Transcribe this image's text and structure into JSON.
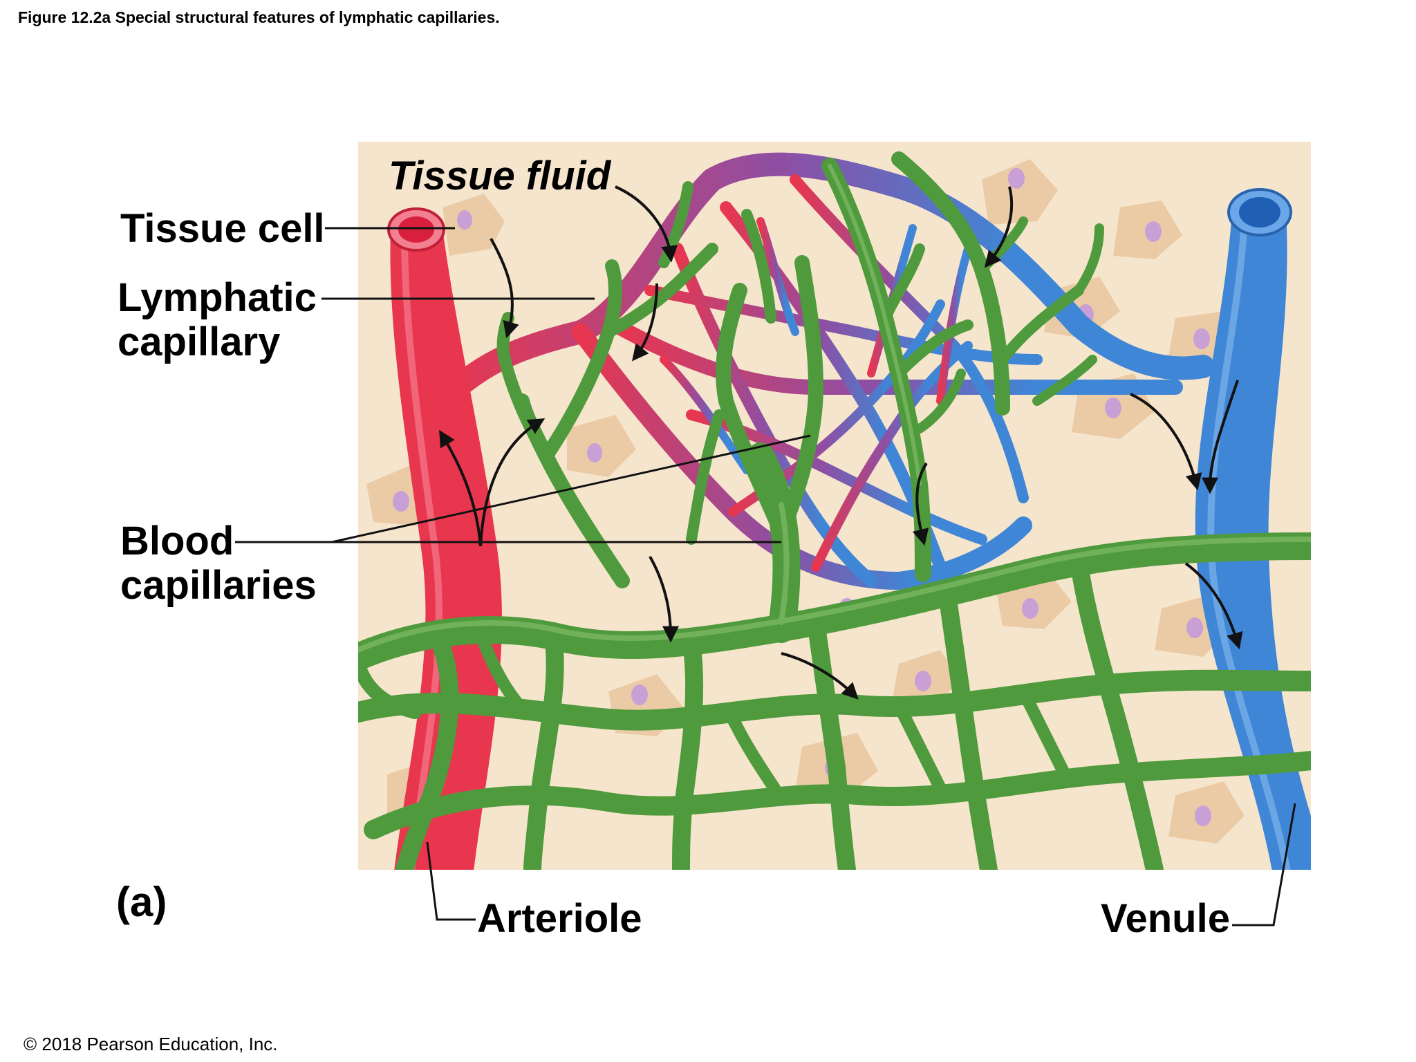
{
  "figure_title": "Figure 12.2a Special structural features of lymphatic capillaries.",
  "panel_letter": "(a)",
  "labels": {
    "tissue_fluid": "Tissue fluid",
    "tissue_cell": "Tissue cell",
    "lymphatic_capillary_line1": "Lymphatic",
    "lymphatic_capillary_line2": "capillary",
    "blood_capillaries_line1": "Blood",
    "blood_capillaries_line2": "capillaries",
    "arteriole": "Arteriole",
    "venule": "Venule"
  },
  "copyright": "© 2018 Pearson Education, Inc.",
  "colors": {
    "tissue_background": "#f6e5cd",
    "tissue_cell": "#e9c79d",
    "nucleus": "#c9a0d6",
    "arteriole": "#e8364e",
    "venule": "#3f86d6",
    "lymphatic": "#4f9a3c",
    "mixed_capillary": "#8d4fa4"
  }
}
